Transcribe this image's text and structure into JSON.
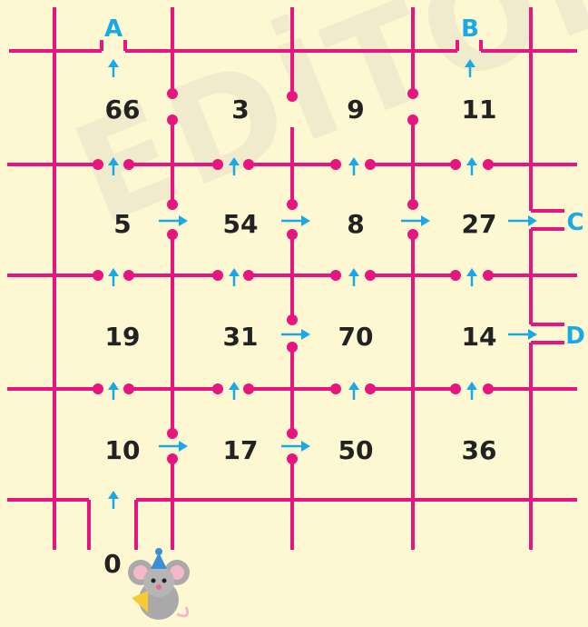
{
  "watermark": "EDİTÖR",
  "exits": {
    "a": "A",
    "b": "B",
    "c": "C",
    "d": "D"
  },
  "start_label": "0",
  "rows": [
    [
      "66",
      "3",
      "9",
      "11"
    ],
    [
      "5",
      "54",
      "8",
      "27"
    ],
    [
      "19",
      "31",
      "70",
      "14"
    ],
    [
      "10",
      "17",
      "50",
      "36"
    ]
  ],
  "colors": {
    "wall": "#e6157f",
    "arrow": "#1aa8e6",
    "exit_label": "#1aa8e6",
    "number": "#222222",
    "background": "#fdf8d2"
  },
  "icons": {
    "mouse": "mouse-with-cheese-icon",
    "arrow": "arrow-icon",
    "gate": "gate-icon"
  }
}
